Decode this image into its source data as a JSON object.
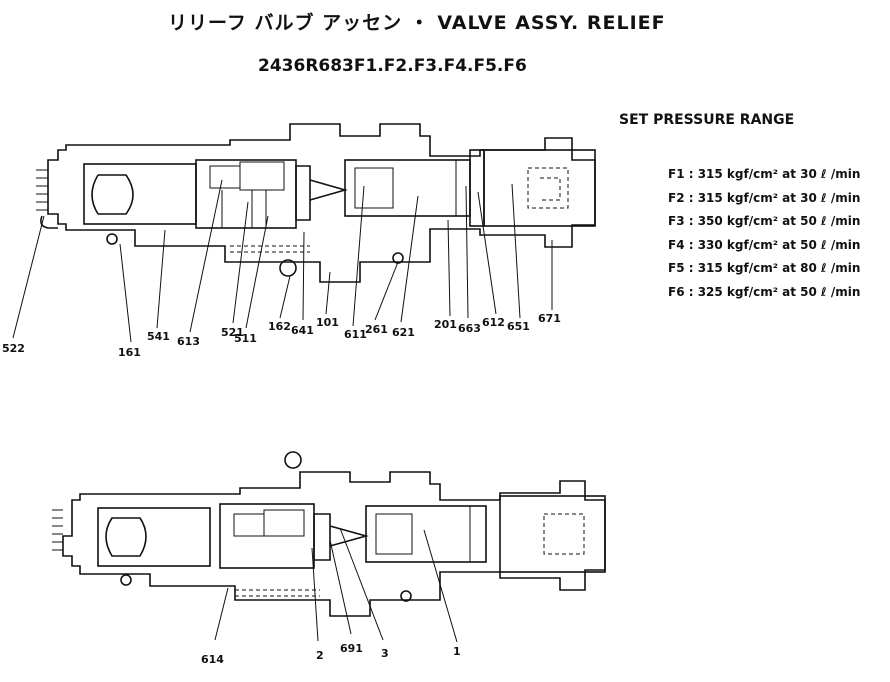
{
  "title": "リリーフ バルブ アッセン ・ VALVE ASSY. RELIEF",
  "part_numbers": "2436R683F1.F2.F3.F4.F5.F6",
  "set_pressure": {
    "heading": "SET PRESSURE RANGE",
    "items": [
      "F1 : 315 kgf/cm² at 30 ℓ /min",
      "F2 : 315 kgf/cm² at 30 ℓ /min",
      "F3 : 350 kgf/cm² at 50 ℓ /min",
      "F4 : 330 kgf/cm² at 50 ℓ /min",
      "F5 : 315 kgf/cm² at 80 ℓ /min",
      "F6 : 325 kgf/cm² at 50 ℓ /min"
    ]
  },
  "upper_callouts": [
    "522",
    "161",
    "541",
    "613",
    "521",
    "511",
    "162",
    "641",
    "101",
    "611",
    "261",
    "621",
    "201",
    "663",
    "612",
    "651",
    "671"
  ],
  "lower_callouts": [
    "614",
    "2",
    "691",
    "3",
    "1"
  ]
}
